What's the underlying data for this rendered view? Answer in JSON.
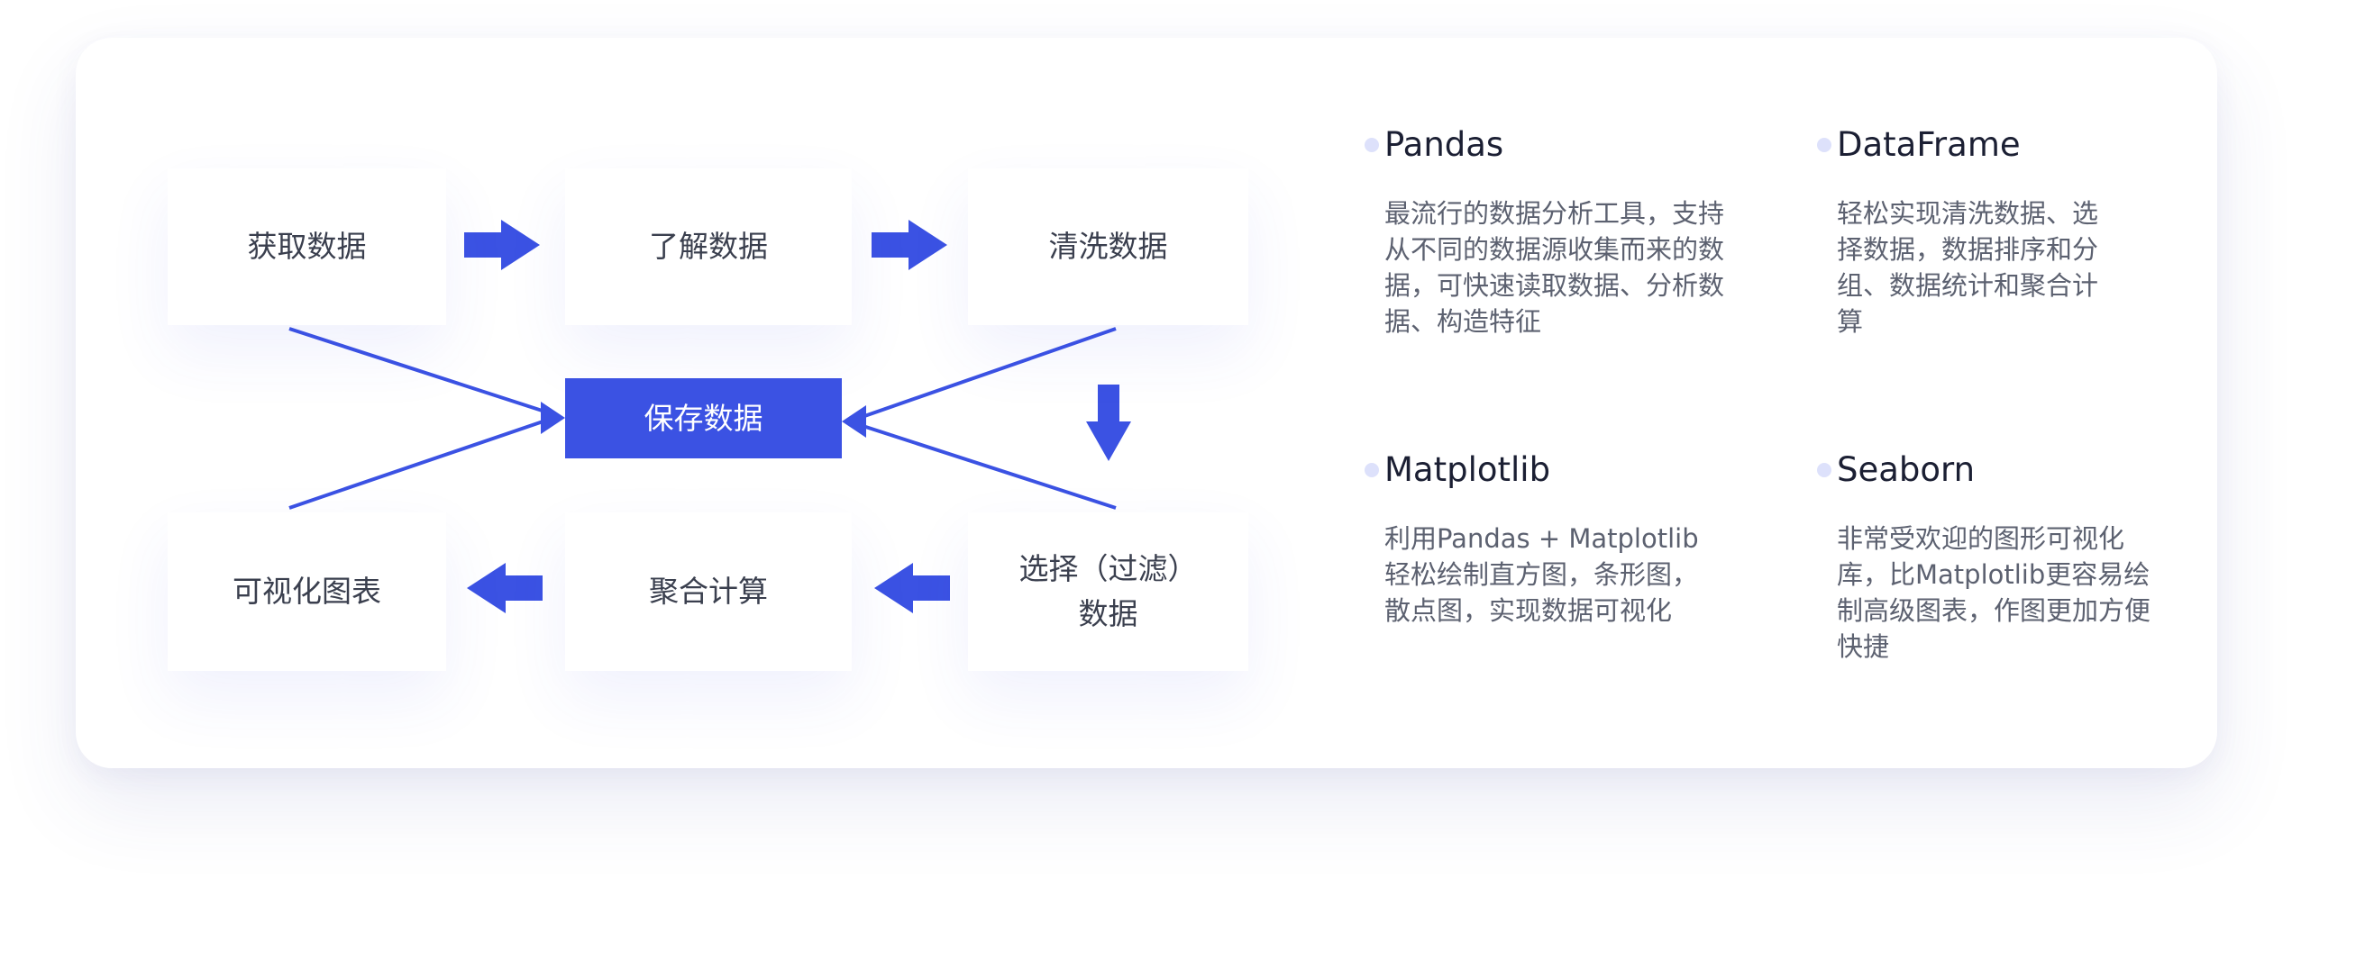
{
  "flow": {
    "steps": {
      "acquire": "获取数据",
      "understand": "了解数据",
      "clean": "清洗数据",
      "save": "保存数据",
      "visualize": "可视化图表",
      "aggregate": "聚合计算",
      "select_line1": "选择（过滤）",
      "select_line2": "数据"
    },
    "accent_color": "#3b52e3"
  },
  "libraries": [
    {
      "title": "Pandas",
      "body": "最流行的数据分析工具，支持从不同的数据源收集而来的数据，可快速读取数据、分析数据、构造特征"
    },
    {
      "title": "DataFrame",
      "body": "轻松实现清洗数据、选择数据，数据排序和分组、数据统计和聚合计算"
    },
    {
      "title": "Matplotlib",
      "body": "利用Pandas + Matplotlib轻松绘制直方图，条形图，散点图，实现数据可视化"
    },
    {
      "title": "Seaborn",
      "body": "非常受欢迎的图形可视化库，比Matplotlib更容易绘制高级图表，作图更加方便快捷"
    }
  ]
}
